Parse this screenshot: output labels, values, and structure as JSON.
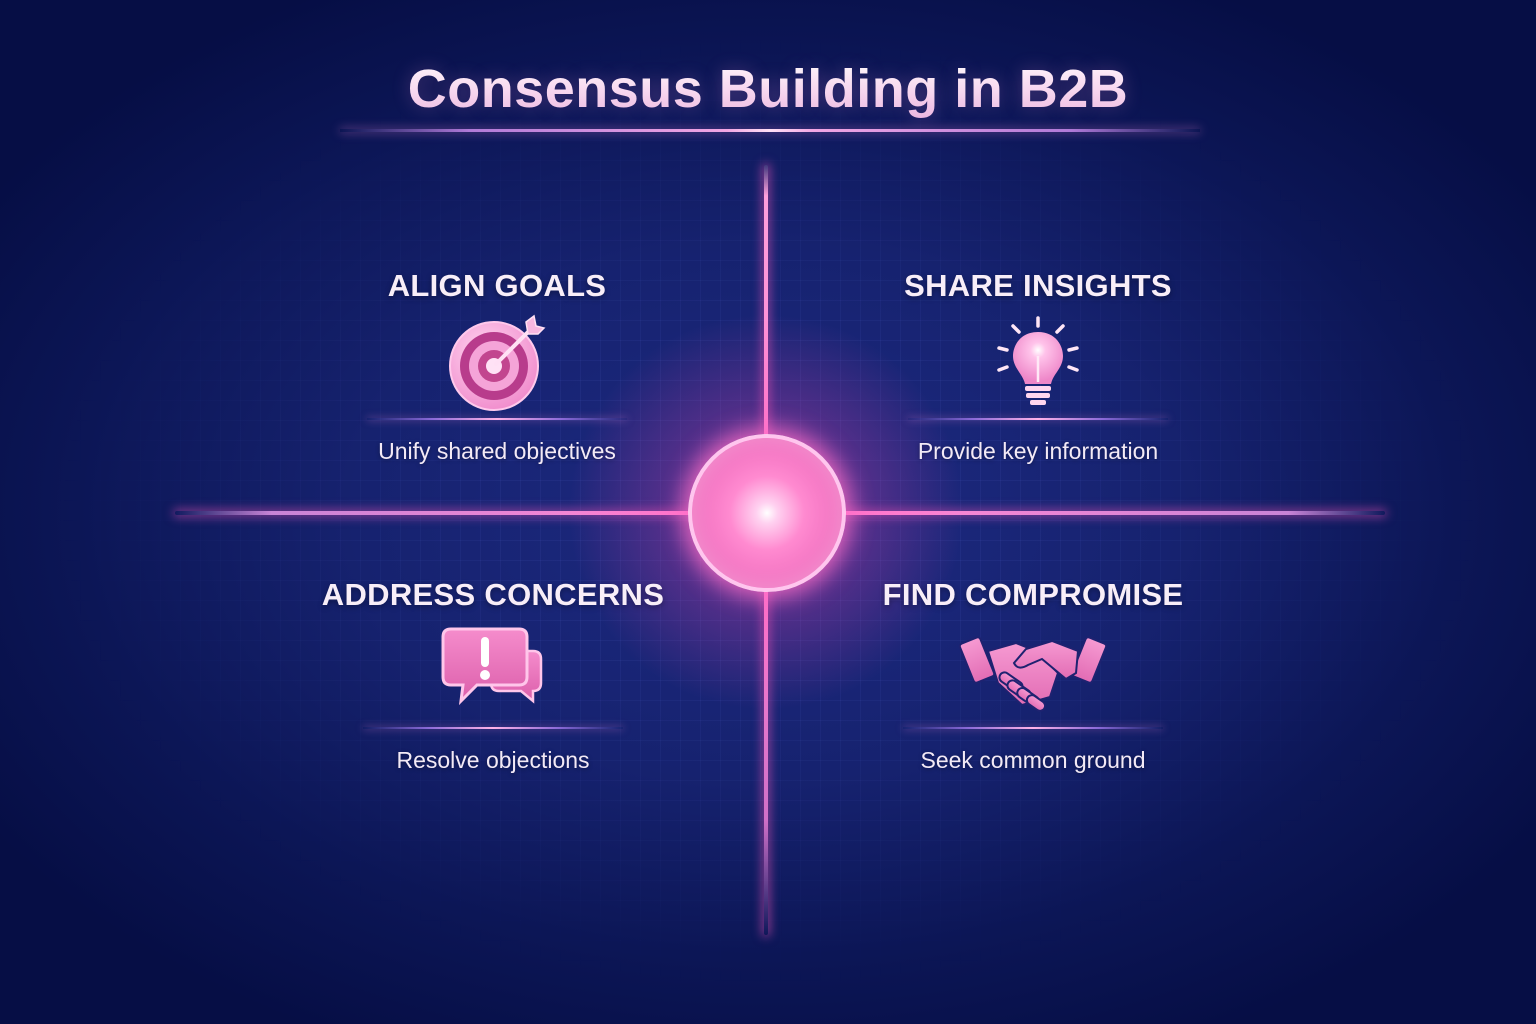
{
  "title": "Consensus Building in B2B",
  "theme": {
    "background": "#16226f",
    "accent": "#ff7fd0",
    "icon_pink": "#f07cc4",
    "text": "#f8eef8"
  },
  "center": {
    "icon": "glowing-core-circle"
  },
  "quadrants": [
    {
      "position": "top-left",
      "heading": "ALIGN GOALS",
      "icon": "target-arrow-icon",
      "description": "Unify shared objectives"
    },
    {
      "position": "top-right",
      "heading": "SHARE INSIGHTS",
      "icon": "lightbulb-icon",
      "description": "Provide key information"
    },
    {
      "position": "bottom-left",
      "heading": "ADDRESS CONCERNS",
      "icon": "chat-alert-icon",
      "description": "Resolve objections"
    },
    {
      "position": "bottom-right",
      "heading": "FIND COMPROMISE",
      "icon": "handshake-icon",
      "description": "Seek common ground"
    }
  ]
}
